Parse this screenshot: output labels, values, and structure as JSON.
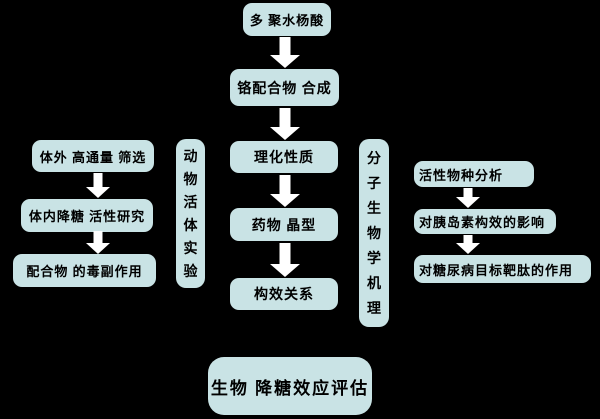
{
  "colors": {
    "background": "#000000",
    "box_fill": "#c9e3e5",
    "text": "#000000",
    "arrow": "#ffffff"
  },
  "flowchart": {
    "center": {
      "top": "多 聚水杨酸",
      "synthesis": "铬配合物 合成",
      "properties": "理化性质",
      "crystal": "药物 晶型",
      "sar": "构效关系"
    },
    "left": {
      "screening": "体外 高通量 筛选",
      "in_vivo": "体内降糖 活性研究",
      "toxicity": "配合物 的毒副作用"
    },
    "vertical": {
      "animal": "动物活体实验",
      "molecular": "分子生物学机理"
    },
    "right": {
      "species": "活性物种分析",
      "insulin": "对胰岛素构效的影响",
      "target": "对糖尿病目标靶肽的作用"
    },
    "final": {
      "evaluation": "生物 降糖效应评估"
    }
  }
}
